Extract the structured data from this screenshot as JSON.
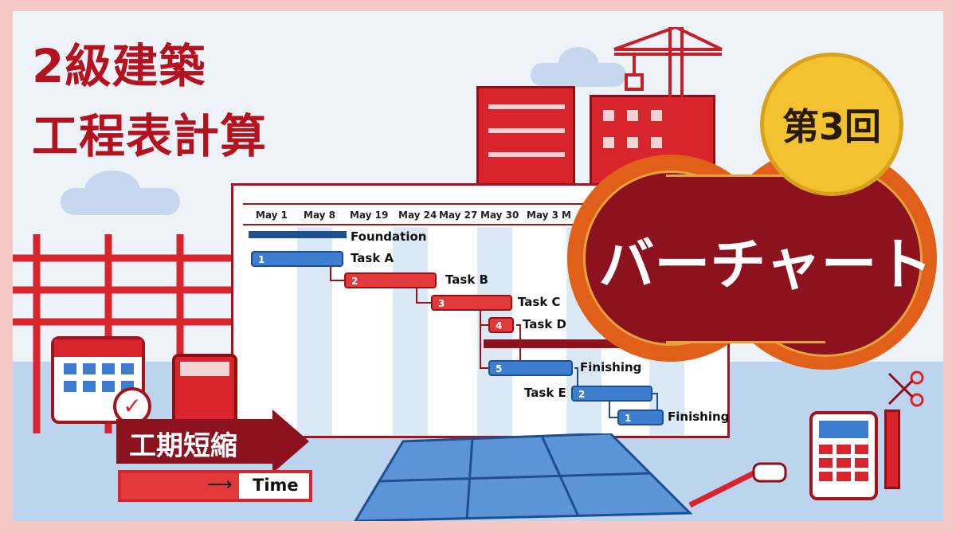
{
  "title": {
    "line1": "2級建築",
    "line2": "工程表計算"
  },
  "episode_badge": "第3回",
  "main_badge": "バーチャート",
  "gantt": {
    "columns": [
      "May 1",
      "May 8",
      "May 19",
      "May 24",
      "May 27",
      "May 30",
      "May 3",
      "M"
    ],
    "summary_label": "Foundation",
    "tasks": [
      {
        "num": "1",
        "label": "Task A",
        "color": "blue"
      },
      {
        "num": "2",
        "label": "Task B",
        "color": "red"
      },
      {
        "num": "3",
        "label": "Task C",
        "color": "red"
      },
      {
        "num": "4",
        "label": "Task D",
        "color": "red"
      },
      {
        "num": "5",
        "label": "Finishing",
        "color": "blue"
      },
      {
        "num": "2",
        "label": "Task E",
        "color": "blue"
      },
      {
        "num": "1",
        "label": "Finishing",
        "color": "blue"
      }
    ]
  },
  "banner": {
    "shorten": "工期短縮",
    "time": "Time"
  },
  "colors": {
    "accent": "#b3121e",
    "blue": "#3d7ed0",
    "maroon": "#8c1220",
    "orange": "#e0601a",
    "gold": "#f2c230"
  }
}
